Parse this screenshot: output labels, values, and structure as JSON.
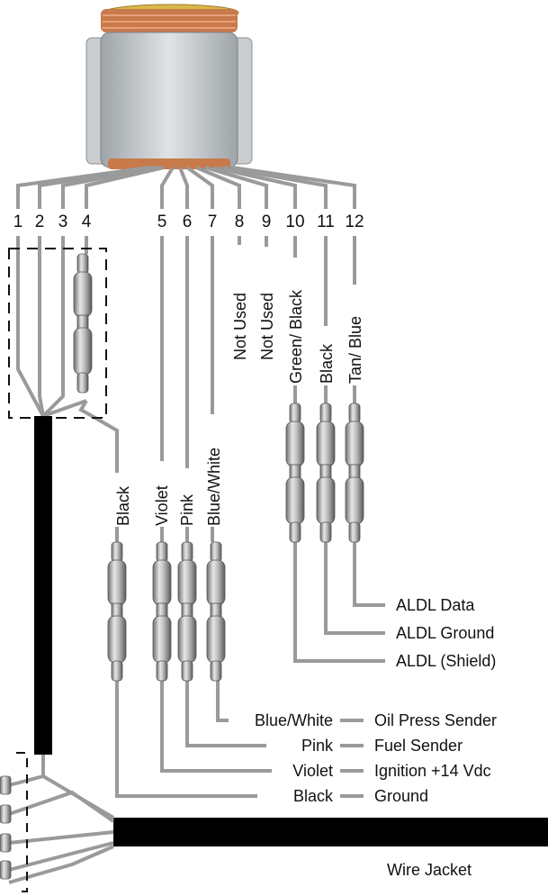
{
  "pins": [
    "1",
    "2",
    "3",
    "4",
    "5",
    "6",
    "7",
    "8",
    "9",
    "10",
    "11",
    "12"
  ],
  "wire_labels": {
    "pin4": "Black",
    "pin5": "Violet",
    "pin6": "Pink",
    "pin7": "Blue/White",
    "pin8": "Not Used",
    "pin9": "Not Used",
    "pin10": "Green/ Black",
    "pin11": "Black",
    "pin12": "Tan/ Blue"
  },
  "aldl": {
    "data": "ALDL Data",
    "ground": "ALDL Ground",
    "shield": "ALDL (Shield)"
  },
  "legend": [
    {
      "wire": "Blue/White",
      "function": "Oil Press Sender"
    },
    {
      "wire": "Pink",
      "function": "Fuel Sender"
    },
    {
      "wire": "Violet",
      "function": "Ignition +14 Vdc"
    },
    {
      "wire": "Black",
      "function": "Ground"
    }
  ],
  "wire_jacket": "Wire Jacket",
  "colors": {
    "wire": "#9a9a9a",
    "jacket": "#000000",
    "connector_body": "#cfd3d6",
    "seal": "#c87a4a"
  }
}
